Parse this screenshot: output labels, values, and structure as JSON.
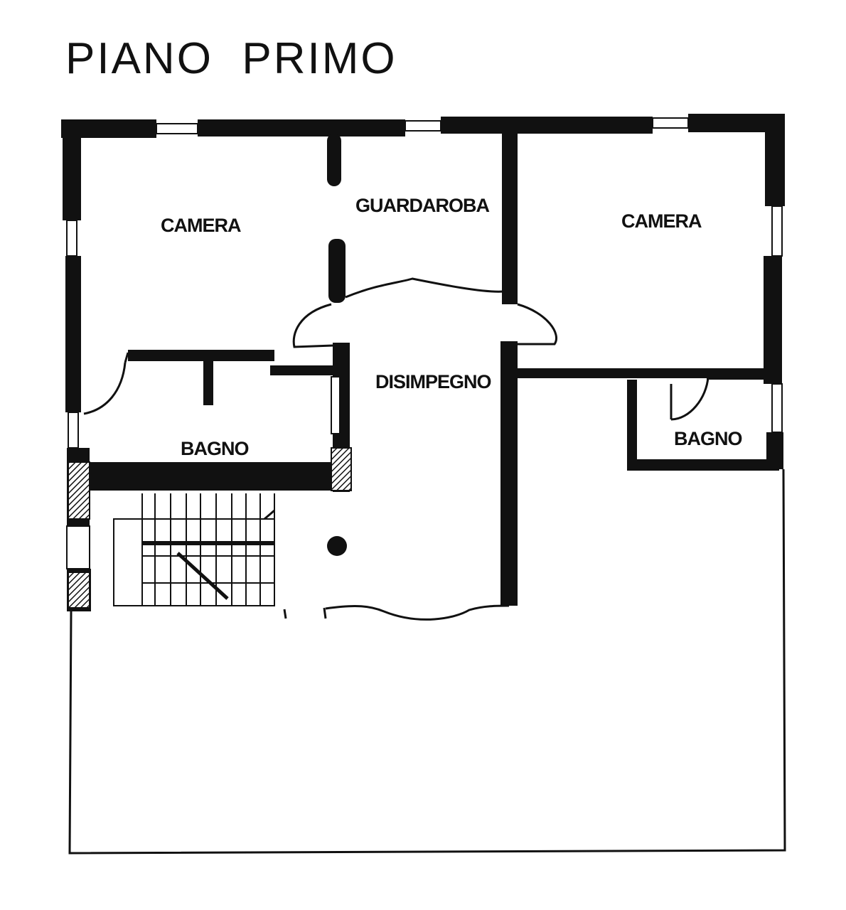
{
  "title": "PIANO  PRIMO",
  "rooms": {
    "camera_left": "CAMERA",
    "guardaroba": "GUARDAROBA",
    "camera_right": "CAMERA",
    "disimpegno": "DISIMPEGNO",
    "bagno_left": "BAGNO",
    "bagno_right": "BAGNO"
  },
  "colors": {
    "ink": "#111111",
    "background": "#ffffff"
  }
}
